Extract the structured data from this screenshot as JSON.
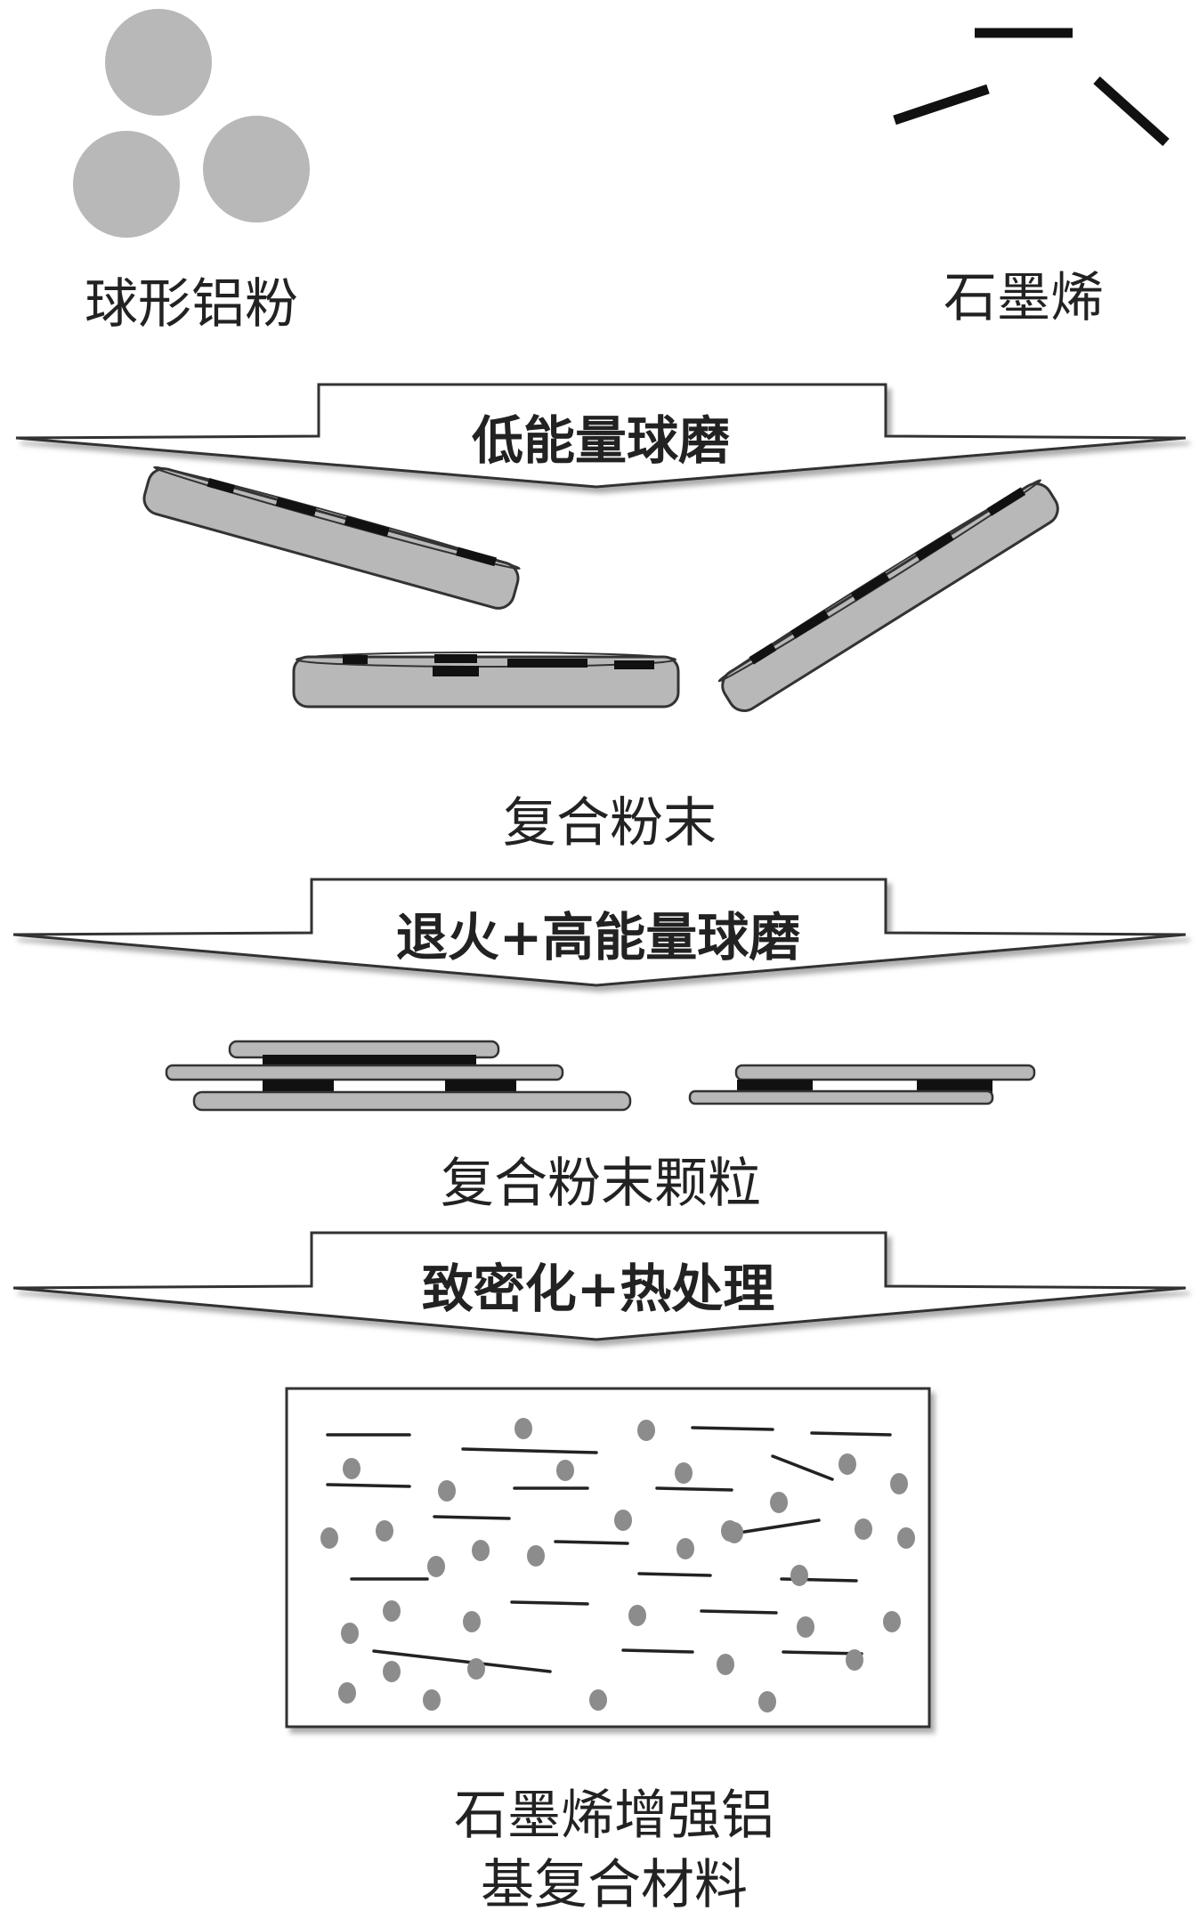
{
  "colors": {
    "particle_gray": "#b8b8b8",
    "graphene_black": "#111111",
    "outline": "#333333",
    "dot_gray": "#8c8c8c"
  },
  "labels": {
    "aluminum_powder": "球形铝粉",
    "graphene": "石墨烯",
    "composite_powder": "复合粉末",
    "composite_particles": "复合粉末颗粒",
    "final_material_line1": "石墨烯增强铝",
    "final_material_line2": "基复合材料"
  },
  "steps": [
    {
      "label": "低能量球磨"
    },
    {
      "label": "退火+高能量球磨"
    },
    {
      "label": "致密化+热处理"
    }
  ]
}
